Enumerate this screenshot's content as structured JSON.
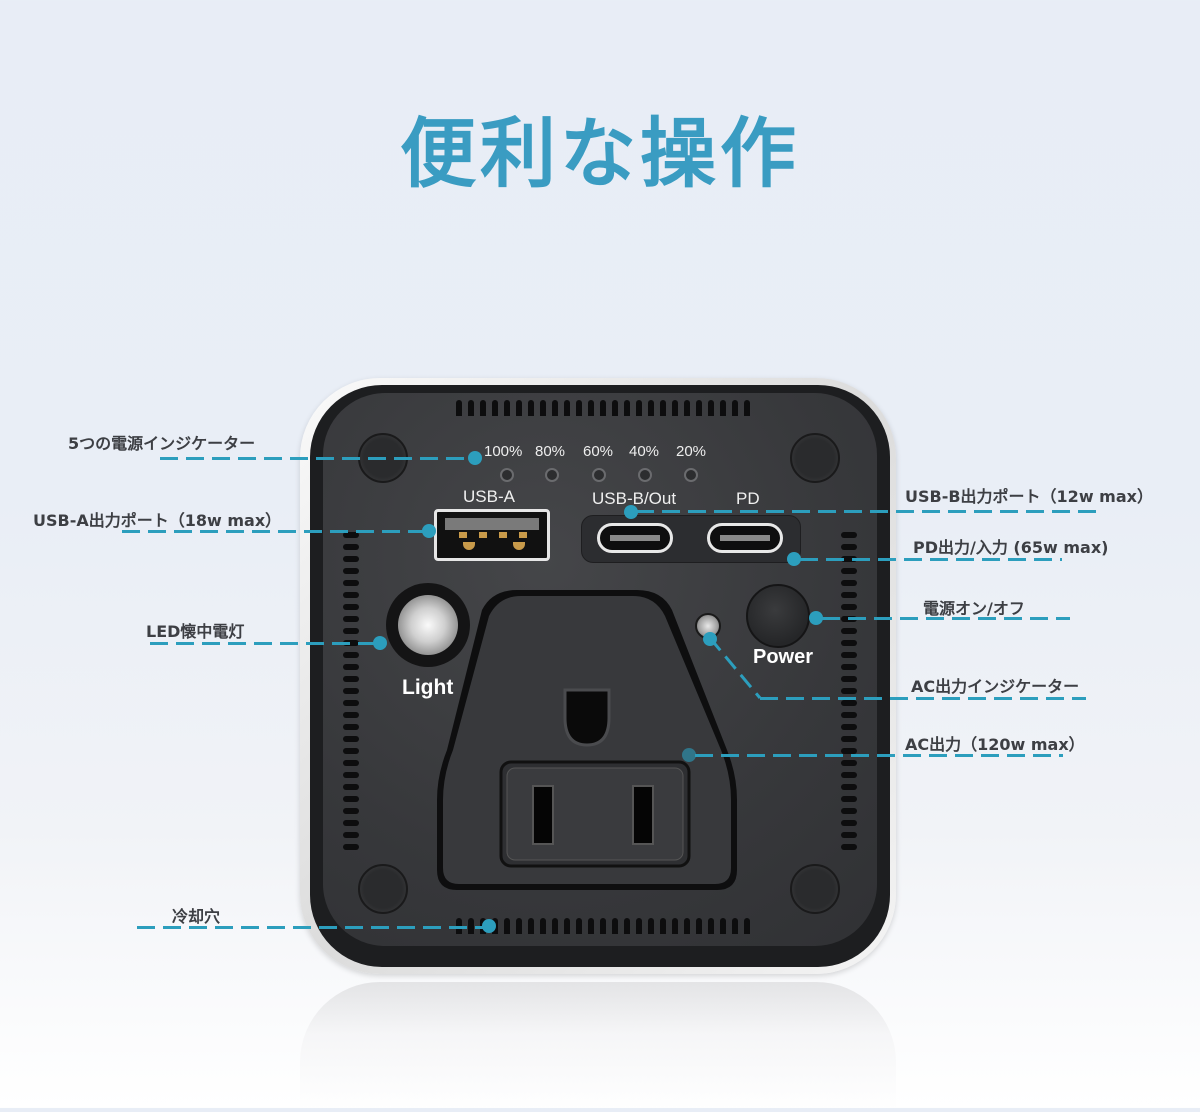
{
  "title": "便利な操作",
  "colors": {
    "accent": "#3a9cc2",
    "callout_line": "#2c9ebd",
    "callout_text": "#3d3f44",
    "device_face": "#3a3b3e",
    "background_top": "#e8edf6"
  },
  "device": {
    "battery_indicator_levels": [
      "100%",
      "80%",
      "60%",
      "40%",
      "20%"
    ],
    "port_labels": {
      "usb_a": "USB-A",
      "usb_b_out": "USB-B/Out",
      "pd": "PD"
    },
    "button_labels": {
      "light": "Light",
      "power": "Power"
    }
  },
  "callouts": {
    "battery_indicator": "5つの電源インジケーター",
    "usb_a_port": "USB-A出力ポート（18w max）",
    "led_flashlight": "LED懐中電灯",
    "cooling_vents": "冷却穴",
    "usb_b_port": "USB-B出力ポート（12w max）",
    "pd_port": "PD出力/入力 (65w max)",
    "power_switch": "電源オン/オフ",
    "ac_indicator": "AC出力インジケーター",
    "ac_output": "AC出力（120w max）"
  }
}
